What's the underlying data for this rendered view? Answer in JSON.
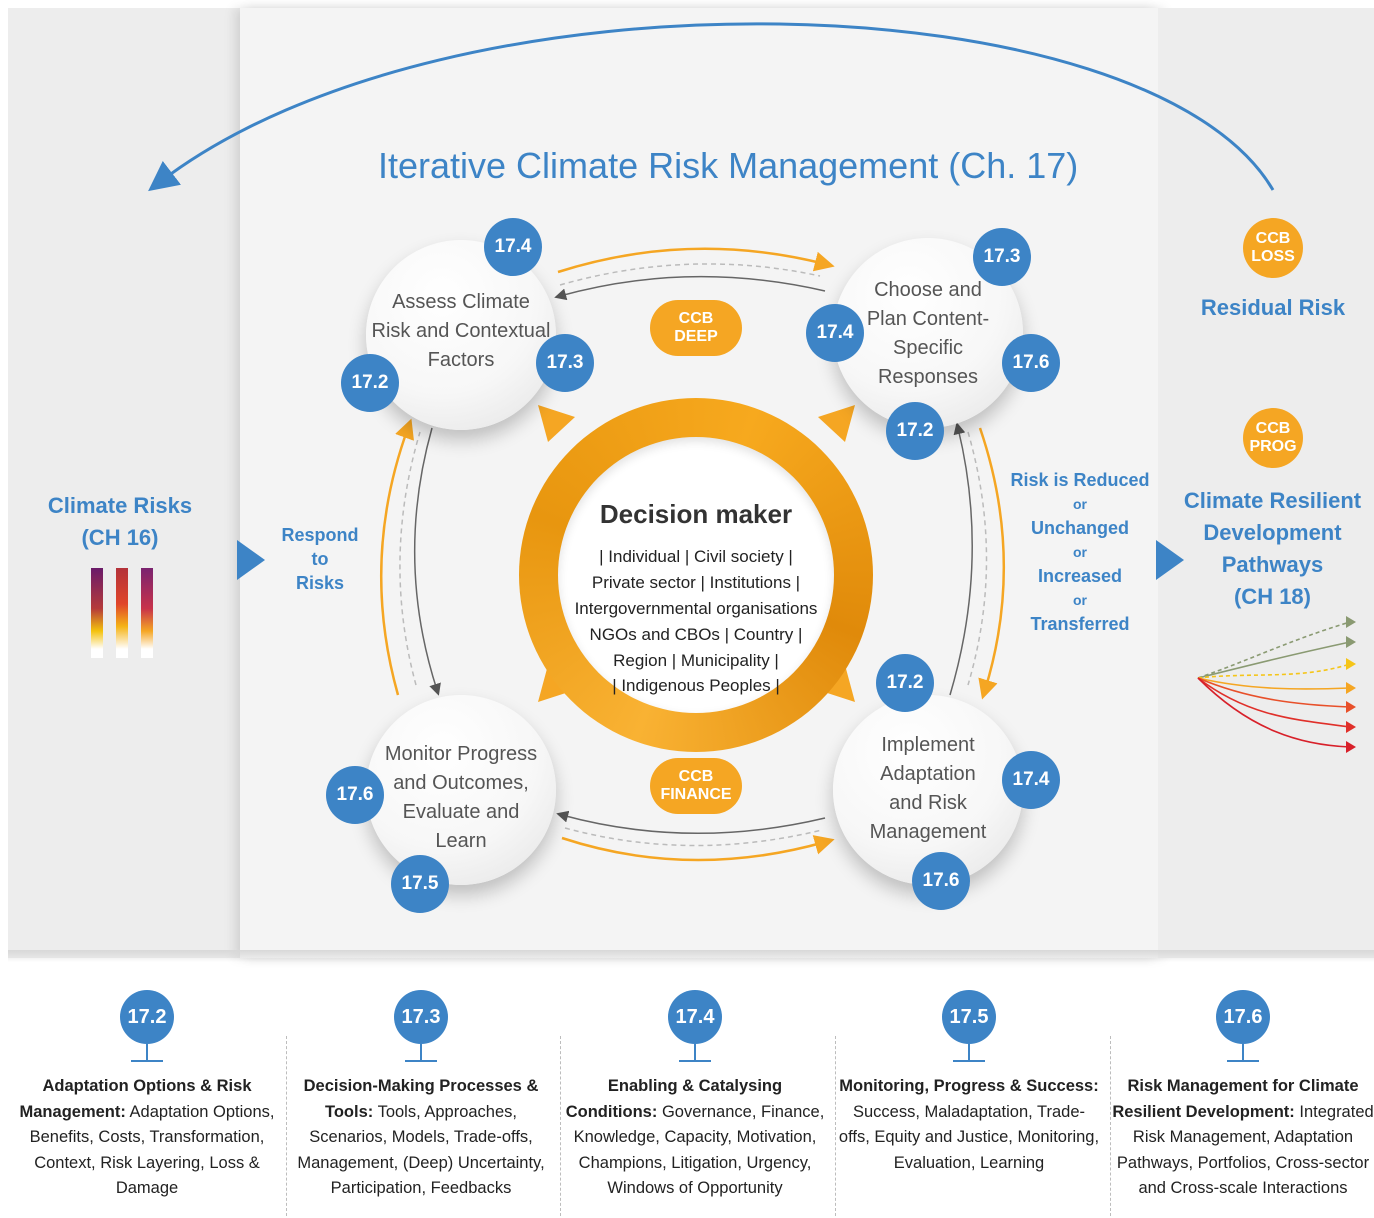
{
  "title": "Iterative Climate Risk Management (Ch. 17)",
  "left": {
    "title_lines": [
      "Climate Risks",
      "(CH 16)"
    ],
    "respond_lines": [
      "Respond",
      "to",
      "Risks"
    ]
  },
  "right": {
    "ccb_loss": [
      "CCB",
      "LOSS"
    ],
    "residual": "Residual Risk",
    "ccb_prog": [
      "CCB",
      "PROG"
    ],
    "crdp_lines": [
      "Climate Resilient",
      "Development",
      "Pathways",
      "(CH 18)"
    ],
    "risk_lines": [
      "Risk is Reduced",
      "or",
      "Unchanged",
      "or",
      "Increased",
      "or",
      "Transferred"
    ]
  },
  "ccb_deep": [
    "CCB",
    "DEEP"
  ],
  "ccb_finance": [
    "CCB",
    "FINANCE"
  ],
  "center": {
    "title": "Decision maker",
    "lines": [
      "| Individual | Civil society |",
      "Private sector | Institutions |",
      "Intergovernmental organisations",
      "NGOs and CBOs | Country |",
      "Region | Municipality |",
      "| Indigenous Peoples |"
    ]
  },
  "steps": [
    {
      "lines": [
        "Assess Climate",
        "Risk and Contextual",
        "Factors"
      ],
      "badges": [
        "17.4",
        "17.3",
        "17.2"
      ]
    },
    {
      "lines": [
        "Choose and",
        "Plan Content-",
        "Specific",
        "Responses"
      ],
      "badges": [
        "17.3",
        "17.4",
        "17.6",
        "17.2"
      ]
    },
    {
      "lines": [
        "Implement",
        "Adaptation",
        "and Risk",
        "Management"
      ],
      "badges": [
        "17.2",
        "17.4",
        "17.6"
      ]
    },
    {
      "lines": [
        "Monitor Progress",
        "and Outcomes,",
        "Evaluate and",
        "Learn"
      ],
      "badges": [
        "17.6",
        "17.5"
      ]
    }
  ],
  "sections": [
    {
      "num": "17.2",
      "bold": "Adaptation Options & Risk Management:",
      "text": " Adaptation Options, Benefits, Costs, Transformation, Context, Risk Layering, Loss & Damage"
    },
    {
      "num": "17.3",
      "bold": "Decision-Making Processes & Tools:",
      "text": " Tools, Approaches, Scenarios, Models, Trade-offs, Management, (Deep) Uncertainty, Participation, Feedbacks"
    },
    {
      "num": "17.4",
      "bold": "Enabling & Catalysing Conditions:",
      "text": " Governance, Finance, Knowledge, Capacity, Motivation, Champions, Litigation, Urgency, Windows of Opportunity"
    },
    {
      "num": "17.5",
      "bold": "Monitoring, Progress & Success:",
      "text": " Success, Maladaptation, Trade-offs, Equity and Justice, Monitoring, Evaluation, Learning"
    },
    {
      "num": "17.6",
      "bold": "Risk Management for Climate Resilient Development:",
      "text": " Integrated Risk Management, Adaptation Pathways, Portfolios, Cross-sector and Cross-scale Interactions"
    }
  ],
  "colors": {
    "blue": "#3d84c6",
    "orange": "#f5a623"
  }
}
